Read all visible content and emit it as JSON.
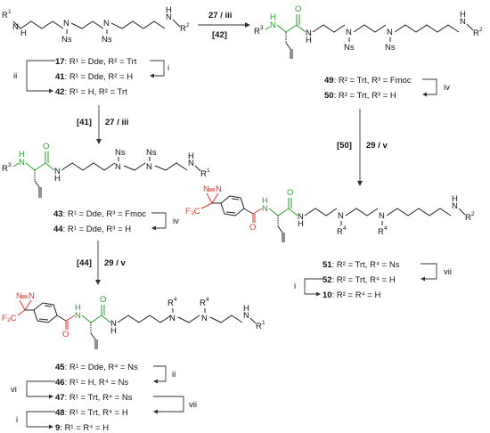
{
  "reagents": {
    "top_arrow": "27 / iii",
    "top_arrow_ref": "[42]",
    "i": "i",
    "ii": "ii",
    "iv": "iv",
    "v": "v",
    "vi": "vi",
    "vii": "vii",
    "mid_left_ref": "[41]",
    "mid_left_arrow": "27 / iii",
    "right_ref": "[50]",
    "right_arrow": "29 / v",
    "left_ref": "[44]",
    "left_arrow": "29 / v"
  },
  "labels": {
    "R1": "R",
    "R2": "R",
    "R3": "R",
    "R4": "R",
    "sup1": "1",
    "sup2": "2",
    "sup3": "3",
    "sup4": "4",
    "NH": "N",
    "H": "H",
    "N": "N",
    "Ns": "Ns",
    "O": "O",
    "F3C": "F₃C",
    "Nazo": "N"
  },
  "compounds": {
    "c17": {
      "id": "17",
      "text": ": R¹ = Dde, R² = Trt"
    },
    "c41": {
      "id": "41",
      "text": ": R¹ = Dde, R² = H"
    },
    "c42": {
      "id": "42",
      "text": ": R¹ = H, R² = Trt"
    },
    "c49": {
      "id": "49",
      "text": ": R² = Trt, R³ = Fmoc"
    },
    "c50": {
      "id": "50",
      "text": ": R² = Trt, R³ = H"
    },
    "c43": {
      "id": "43",
      "text": ": R¹ = Dde, R³ = Fmoc"
    },
    "c44": {
      "id": "44",
      "text": ": R¹ = Dde, R³ = H"
    },
    "c51": {
      "id": "51",
      "text": ": R² = Trt, R⁴ = Ns"
    },
    "c52": {
      "id": "52",
      "text": ": R² = Trt, R⁴ = H"
    },
    "c10": {
      "id": "10",
      "text": ": R² = R⁴ = H"
    },
    "c45": {
      "id": "45",
      "text": ": R¹ = Dde, R⁴ = Ns"
    },
    "c46": {
      "id": "46",
      "text": ": R¹ = H, R⁴ = Ns"
    },
    "c47": {
      "id": "47",
      "text": ": R¹ = Trt, R⁴ = Ns"
    },
    "c48": {
      "id": "48",
      "text": ": R¹ = Trt, R⁴ = H"
    },
    "c9": {
      "id": "9",
      "text": ": R¹ = R⁴ = H"
    }
  }
}
